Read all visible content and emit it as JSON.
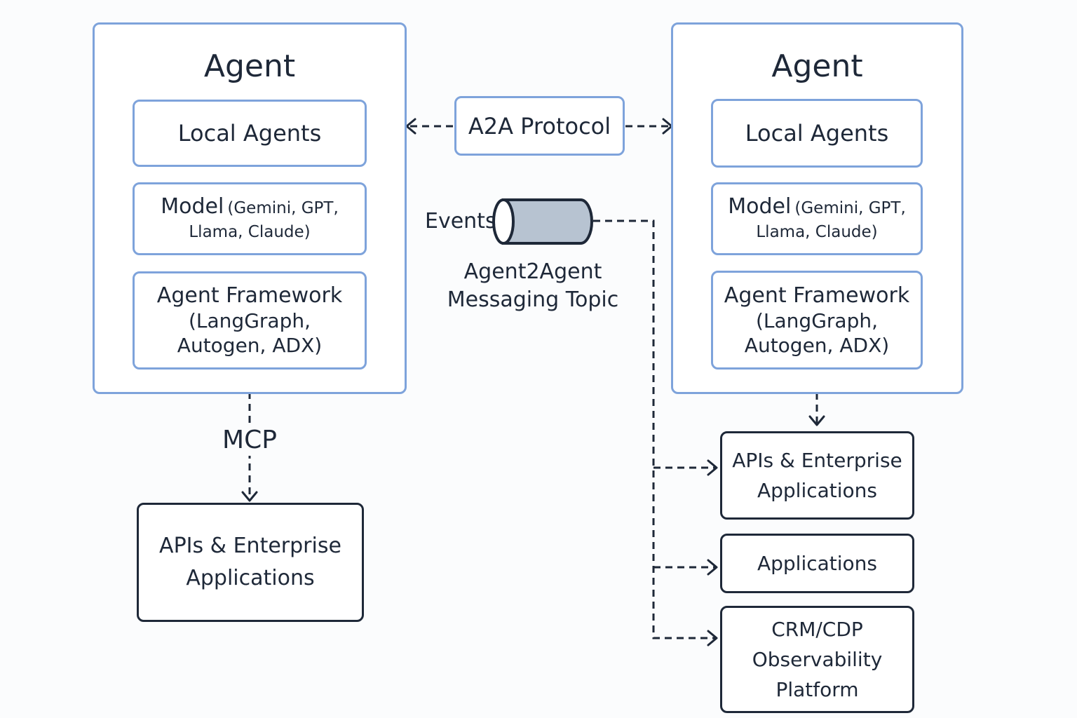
{
  "left_agent": {
    "title": "Agent",
    "local_agents": "Local Agents",
    "model_name": "Model",
    "model_detail": "(Gemini, GPT,",
    "model_detail2": "Llama, Claude)",
    "framework_title": "Agent Framework",
    "framework_line2": "(LangGraph,",
    "framework_line3": "Autogen, ADX)"
  },
  "right_agent": {
    "title": "Agent",
    "local_agents": "Local Agents",
    "model_name": "Model",
    "model_detail": "(Gemini, GPT,",
    "model_detail2": "Llama, Claude)",
    "framework_title": "Agent Framework",
    "framework_line2": "(LangGraph,",
    "framework_line3": "Autogen, ADX)"
  },
  "a2a_protocol": "A2A Protocol",
  "events_label": "Events",
  "messaging_topic": [
    "Agent2Agent",
    "Messaging Topic"
  ],
  "mcp_label": "MCP",
  "left_enterprise": [
    "APIs & Enterprise",
    "Applications"
  ],
  "right_targets": {
    "enterprise": [
      "APIs & Enterprise",
      "Applications"
    ],
    "applications": "Applications",
    "crm": [
      "CRM/CDP",
      "Observability",
      "Platform"
    ]
  },
  "colors": {
    "agent_border": "#7ea3db",
    "dark_border": "#1e2838",
    "topic_fill": "#b7c3d1"
  }
}
